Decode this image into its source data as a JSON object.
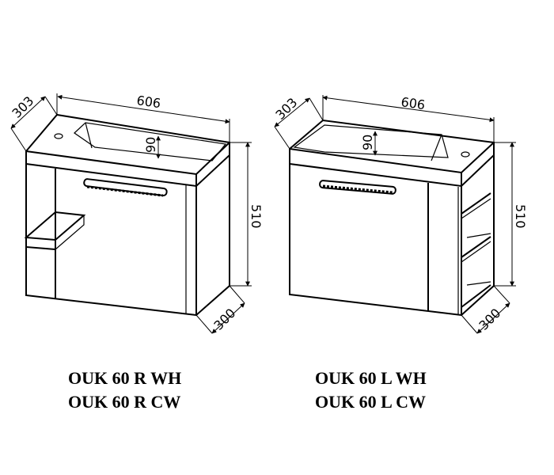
{
  "left_unit": {
    "dims": {
      "width": "606",
      "depth": "303",
      "height": "510",
      "bowl_depth": "90",
      "cabinet_depth": "300"
    },
    "captions": [
      "OUK 60  R WH",
      "OUK 60  R CW"
    ]
  },
  "right_unit": {
    "dims": {
      "width": "606",
      "depth": "303",
      "height": "510",
      "bowl_depth": "90",
      "cabinet_depth": "300"
    },
    "captions": [
      "OUK 60 L WH",
      "OUK 60 L CW"
    ]
  }
}
